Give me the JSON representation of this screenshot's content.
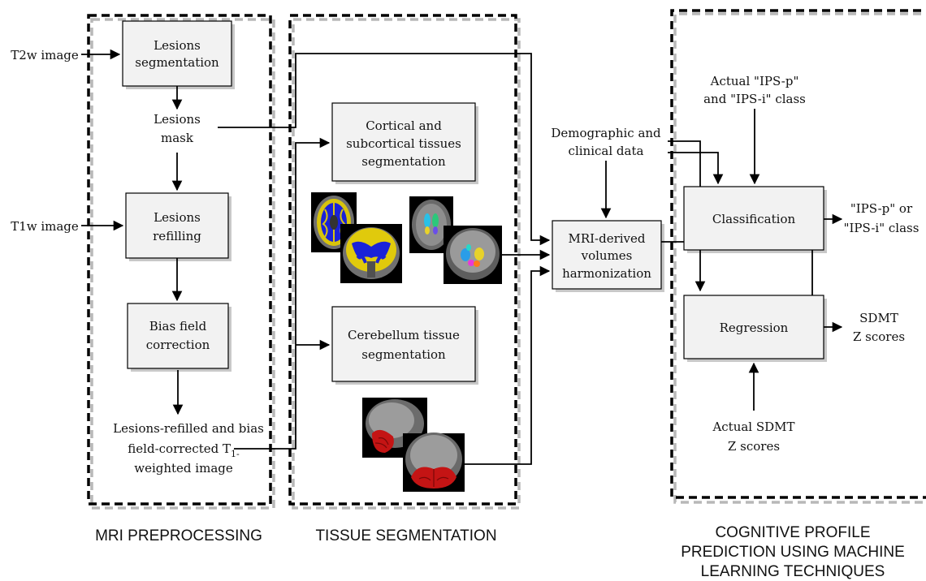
{
  "section_titles": {
    "preprocessing": "MRI PREPROCESSING",
    "segmentation": "TISSUE SEGMENTATION",
    "prediction_line1": "COGNITIVE PROFILE",
    "prediction_line2": "PREDICTION USING MACHINE",
    "prediction_line3": "LEARNING TECHNIQUES"
  },
  "inputs": {
    "t2w": "T2w image",
    "t1w": "T1w image"
  },
  "preprocessing": {
    "lesion_seg_l1": "Lesions",
    "lesion_seg_l2": "segmentation",
    "mask_l1": "Lesions",
    "mask_l2": "mask",
    "refill_l1": "Lesions",
    "refill_l2": "refilling",
    "bias_l1": "Bias field",
    "bias_l2": "correction",
    "output_l1": "Lesions-refilled and bias",
    "output_l2a": "field-corrected T",
    "output_l2sub": "1-",
    "output_l3": "weighted image"
  },
  "segmentation": {
    "cortical_l1": "Cortical and",
    "cortical_l2": "subcortical tissues",
    "cortical_l3": "segmentation",
    "cerebellum_l1": "Cerebellum tissue",
    "cerebellum_l2": "segmentation"
  },
  "harmonization": {
    "demo_l1": "Demographic and",
    "demo_l2": "clinical data",
    "box_l1": "MRI-derived",
    "box_l2": "volumes",
    "box_l3": "harmonization"
  },
  "prediction": {
    "actual_ips_l1": "Actual \"IPS-p\"",
    "actual_ips_l2": "and \"IPS-i\" class",
    "classification": "Classification",
    "regression": "Regression",
    "out_class_l1": "\"IPS-p\" or",
    "out_class_l2": "\"IPS-i\" class",
    "out_sdmt_l1": "SDMT",
    "out_sdmt_l2": "Z scores",
    "actual_sdmt_l1": "Actual SDMT",
    "actual_sdmt_l2": "Z scores"
  },
  "colors": {
    "frame": "#000000",
    "frame_shadow": "#b8b8b8",
    "box_fill": "#f2f2f2",
    "tissue_white": "#1a22d8",
    "tissue_gray": "#e8d20a",
    "cerebellum": "#c41414"
  }
}
